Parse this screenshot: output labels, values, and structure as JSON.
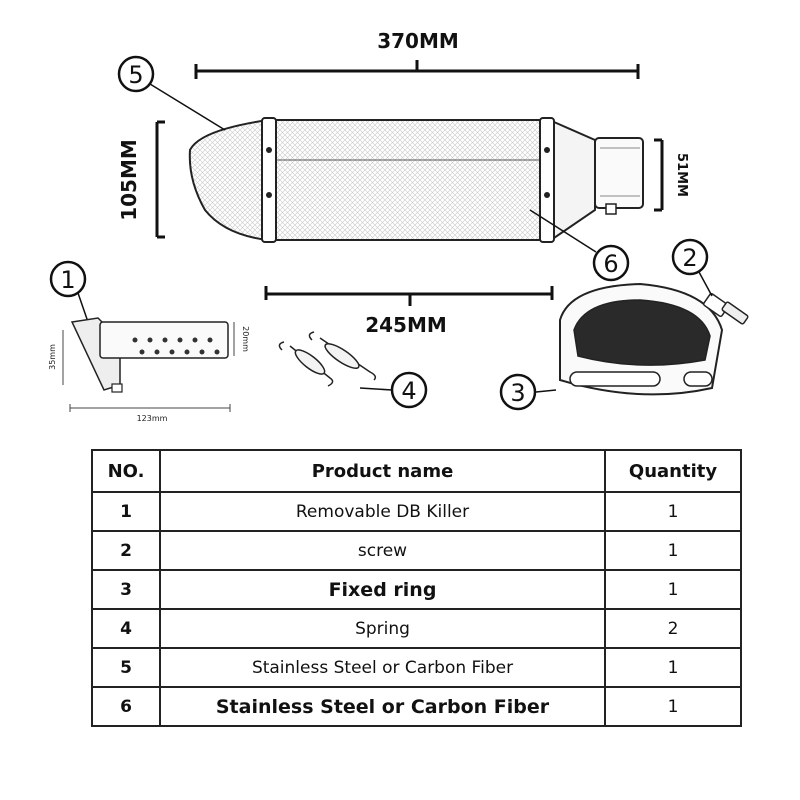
{
  "dimensions": {
    "overall_length": "370MM",
    "body_length": "245MM",
    "height": "105MM",
    "inlet": "51MM",
    "dbk_width": "35mm",
    "dbk_height": "20mm",
    "dbk_length": "123mm"
  },
  "callouts": [
    "1",
    "2",
    "3",
    "4",
    "5",
    "6"
  ],
  "table": {
    "headers": [
      "NO.",
      "Product name",
      "Quantity"
    ],
    "rows": [
      {
        "no": "1",
        "name": "Removable DB Killer",
        "qty": "1"
      },
      {
        "no": "2",
        "name": "screw",
        "qty": "1"
      },
      {
        "no": "3",
        "name": "Fixed ring",
        "qty": "1"
      },
      {
        "no": "4",
        "name": "Spring",
        "qty": "2"
      },
      {
        "no": "5",
        "name": "Stainless Steel or Carbon Fiber",
        "qty": "1"
      },
      {
        "no": "6",
        "name": "Stainless Steel or Carbon Fiber",
        "qty": "1"
      }
    ]
  }
}
